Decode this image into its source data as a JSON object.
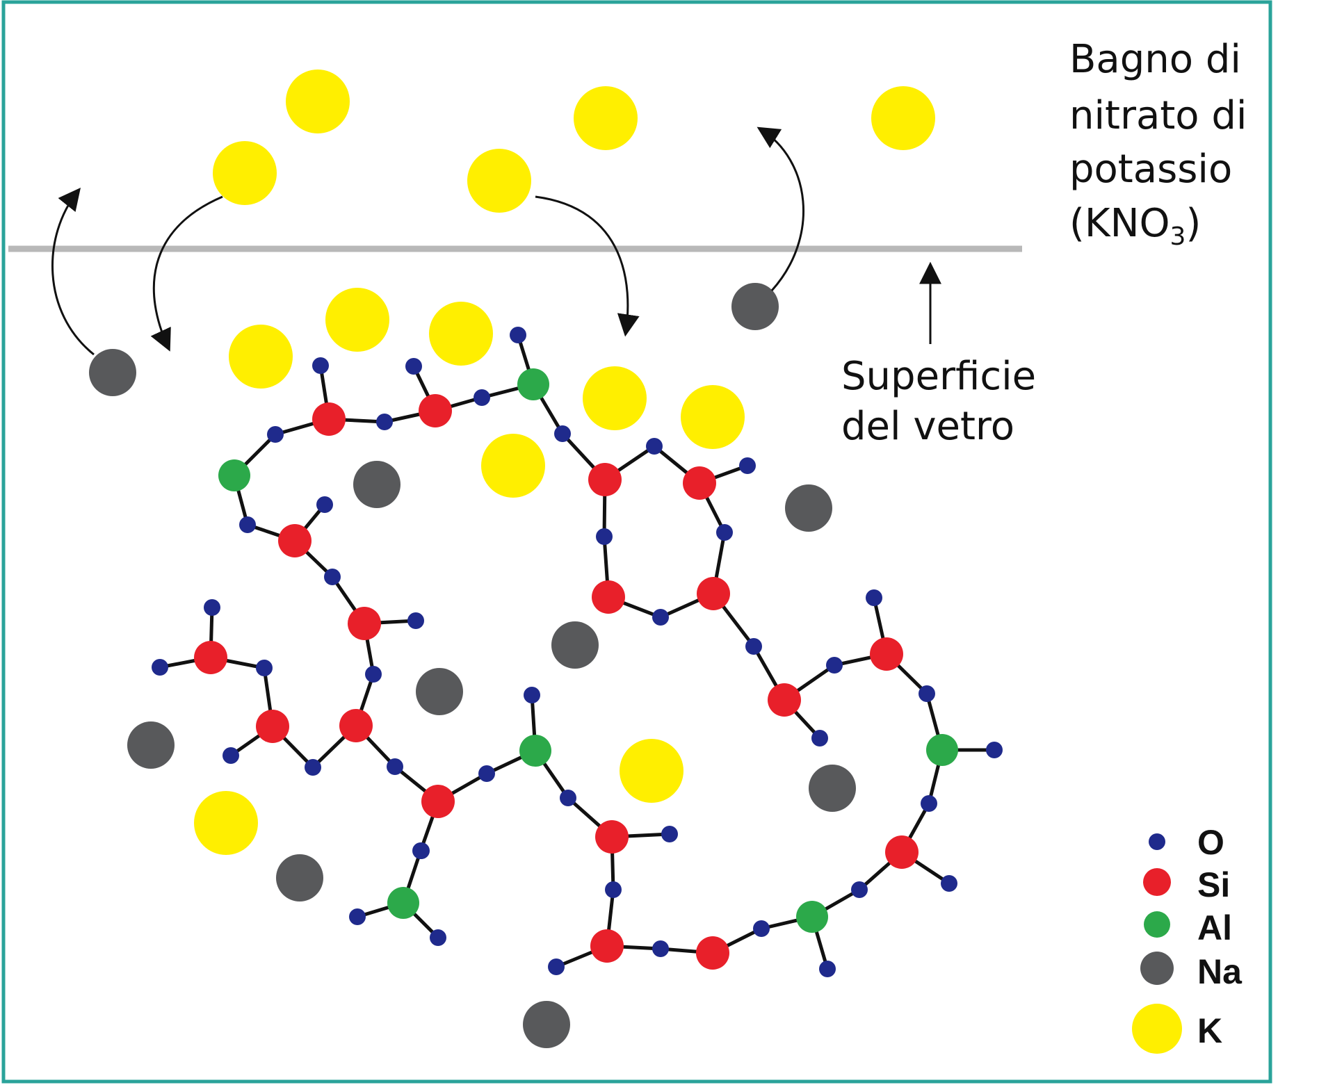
{
  "bath_label": {
    "lines": [
      "Bagno di",
      "nitrato di",
      "potassio"
    ],
    "formula_open": "(KNO",
    "formula_sub": "3",
    "formula_close": ")"
  },
  "surface_label": {
    "lines": [
      "Superficie",
      "del vetro"
    ]
  },
  "legend": [
    {
      "symbol": "O",
      "color": "#1f2a8c"
    },
    {
      "symbol": "Si",
      "color": "#e8202a"
    },
    {
      "symbol": "Al",
      "color": "#2ca94a"
    },
    {
      "symbol": "Na",
      "color": "#58595b"
    },
    {
      "symbol": "K",
      "color": "#ffef00"
    }
  ],
  "colors": {
    "frame": "#2aa39a",
    "surface_line": "#b8b8b8",
    "bond": "#111111"
  }
}
